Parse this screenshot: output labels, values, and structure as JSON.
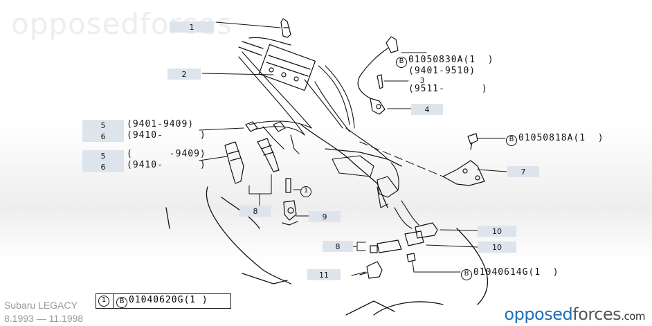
{
  "watermark": "opposedforces",
  "callouts": [
    {
      "id": "c1",
      "label": "1"
    },
    {
      "id": "c2",
      "label": "2"
    },
    {
      "id": "c3",
      "label": "3"
    },
    {
      "id": "c4",
      "label": "4"
    },
    {
      "id": "c5a",
      "label": "5"
    },
    {
      "id": "c6a",
      "label": "6"
    },
    {
      "id": "c5b",
      "label": "5"
    },
    {
      "id": "c6b",
      "label": "6"
    },
    {
      "id": "c7",
      "label": "7"
    },
    {
      "id": "c8a",
      "label": "8"
    },
    {
      "id": "c9",
      "label": "9"
    },
    {
      "id": "c10a",
      "label": "10"
    },
    {
      "id": "c10b",
      "label": "10"
    },
    {
      "id": "c8b",
      "label": "8"
    },
    {
      "id": "c11",
      "label": "11"
    }
  ],
  "notes": {
    "part_01050830A": "01050830A(1  )",
    "range_9401_9510": "(9401-9510)",
    "range_9511": "(9511-      )",
    "range_9401_9409": "(9401-9409)",
    "range_9410_a": "(9410-      )",
    "range_9409": "(      -9409)",
    "range_9410_b": "(9410-      )",
    "part_01050818A": "01050818A(1  )",
    "part_01040614G": "01040614G(1  )",
    "legend_part": "01040620G(1  )",
    "legend_ref": "1",
    "ref_mark": "1",
    "bolt_mark": "B"
  },
  "footer": {
    "model": "Subaru LEGACY",
    "dates": "8.1993 — 11.1998",
    "brand_opposed": "opposed",
    "brand_forces": "forces",
    "brand_domain": ".com"
  },
  "colors": {
    "callout_bg": "#dde4ec",
    "brand_blue": "#1f6fb8",
    "ink": "#111111"
  }
}
